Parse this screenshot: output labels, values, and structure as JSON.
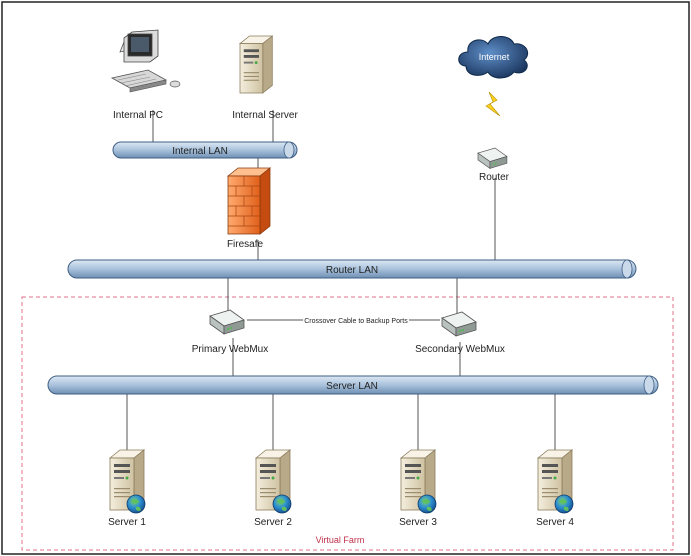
{
  "title": "",
  "nodes": {
    "internal_pc": "Internal PC",
    "internal_server": "Internal Server",
    "internet": "Internet",
    "router": "Router",
    "firewall": "Firesafe",
    "primary_webmux": "Primary WebMux",
    "secondary_webmux": "Secondary WebMux",
    "servers": [
      "Server 1",
      "Server 2",
      "Server 3",
      "Server 4"
    ]
  },
  "networks": {
    "internal_lan": "Internal LAN",
    "router_lan": "Router LAN",
    "server_lan": "Server LAN"
  },
  "links": {
    "crossover": "Crossover Cable to Backup Ports"
  },
  "zones": {
    "virtual_farm": "Virtual Farm"
  },
  "colors": {
    "bus_fill": "#a9c2dc",
    "bus_stroke": "#3f5f85",
    "zone_border": "#e0708a",
    "zone_label": "#c0304a",
    "firewall": "#f07a30",
    "cloud": "#1f3f6a",
    "server_body": "#e6dcc4"
  }
}
